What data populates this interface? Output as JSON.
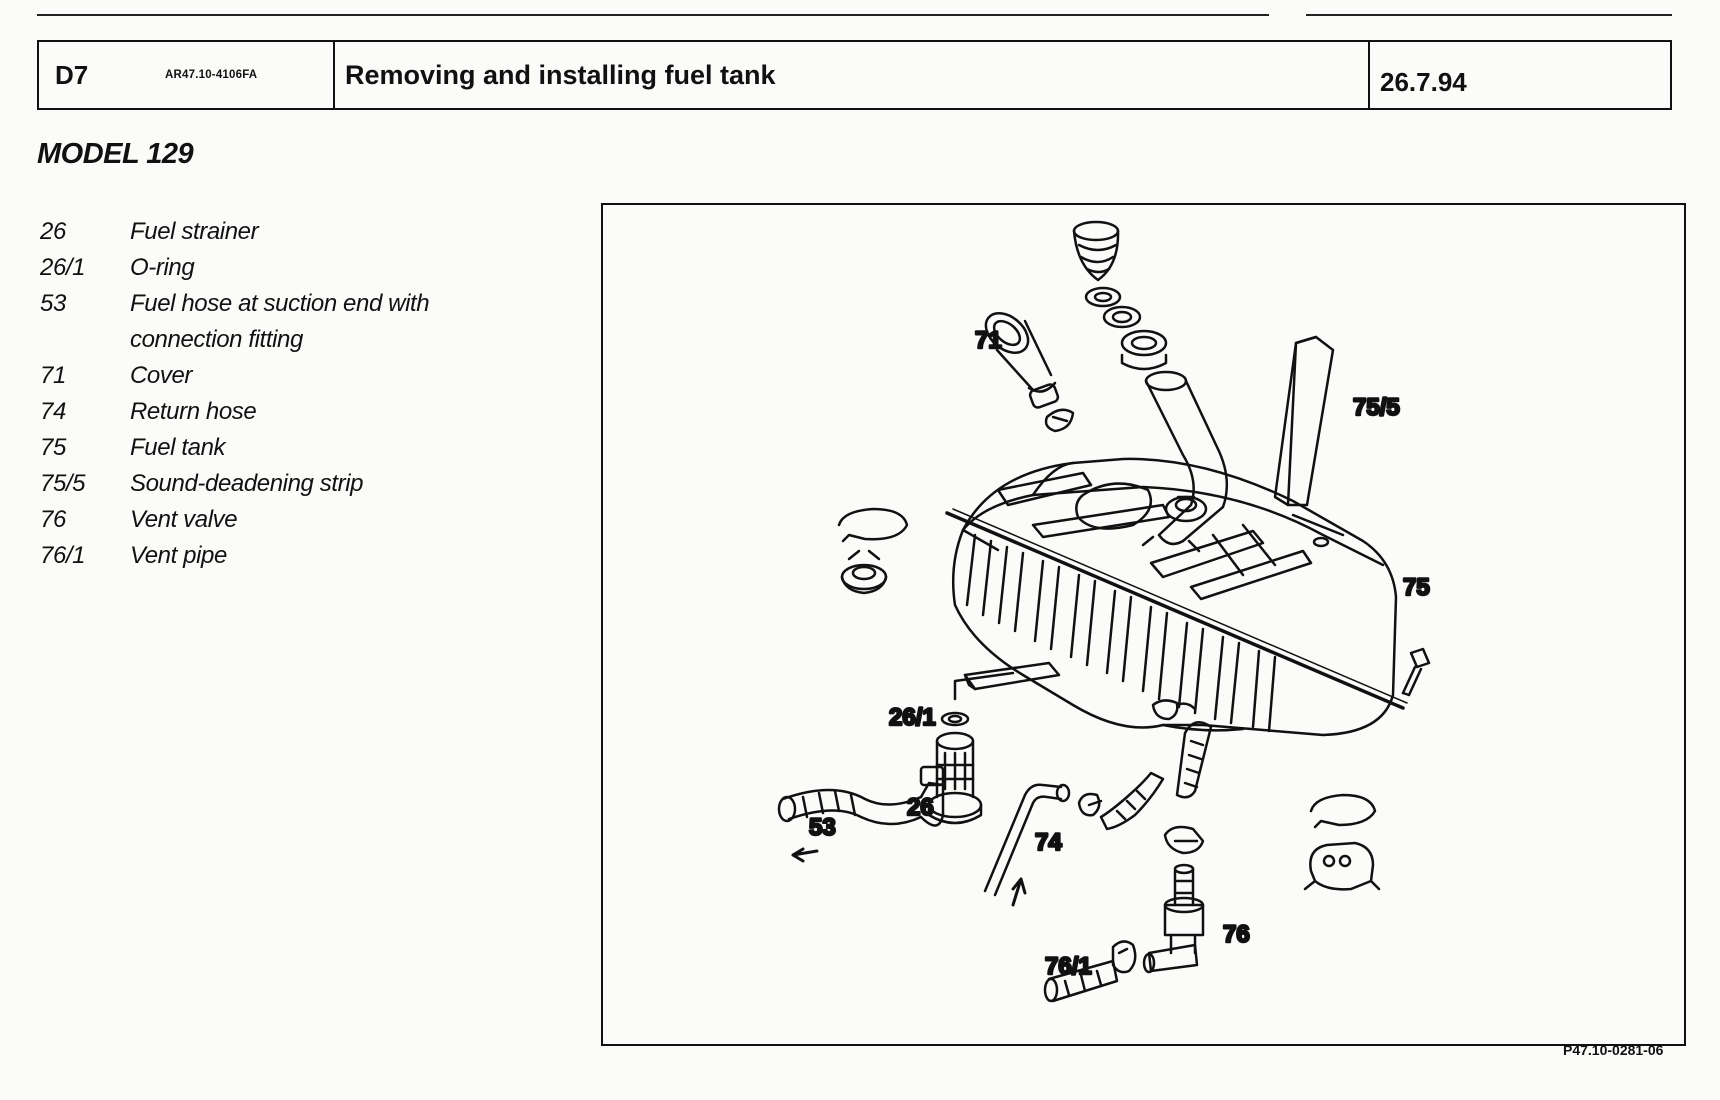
{
  "header": {
    "section": "D7",
    "doc_ref": "AR47.10-4106FA",
    "title": "Removing and installing fuel tank",
    "date": "26.7.94"
  },
  "model": "MODEL 129",
  "legend": [
    {
      "num": "26",
      "desc": "Fuel strainer"
    },
    {
      "num": "26/1",
      "desc": "O-ring"
    },
    {
      "num": "53",
      "desc": "Fuel hose at suction end with connection fitting"
    },
    {
      "num": "71",
      "desc": "Cover"
    },
    {
      "num": "74",
      "desc": "Return hose"
    },
    {
      "num": "75",
      "desc": "Fuel tank"
    },
    {
      "num": "75/5",
      "desc": "Sound-deadening strip"
    },
    {
      "num": "76",
      "desc": "Vent valve"
    },
    {
      "num": "76/1",
      "desc": "Vent pipe"
    }
  ],
  "figure": {
    "callouts": [
      "71",
      "75/5",
      "75",
      "26/1",
      "26",
      "53",
      "74",
      "76",
      "76/1"
    ],
    "reference": "P47.10-0281-06"
  }
}
